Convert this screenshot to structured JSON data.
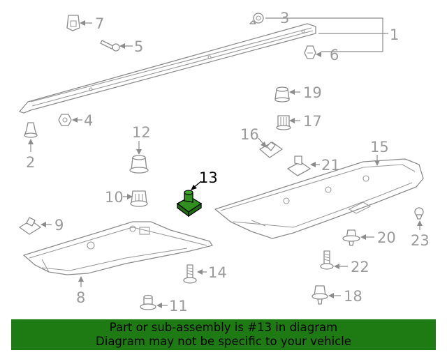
{
  "callouts": {
    "c1": "1",
    "c2": "2",
    "c3": "3",
    "c4": "4",
    "c5": "5",
    "c6": "6",
    "c7": "7",
    "c8": "8",
    "c9": "9",
    "c10": "10",
    "c11": "11",
    "c12": "12",
    "c13": "13",
    "c14": "14",
    "c15": "15",
    "c16": "16",
    "c17": "17",
    "c18": "18",
    "c19": "19",
    "c20": "20",
    "c21": "21",
    "c22": "22",
    "c23": "23"
  },
  "highlight_color": "#2f8f1f",
  "banner": {
    "line1": "Part or sub-assembly is #13 in diagram",
    "line2": "Diagram may not be specific to your vehicle",
    "color": "#1e7a12"
  }
}
